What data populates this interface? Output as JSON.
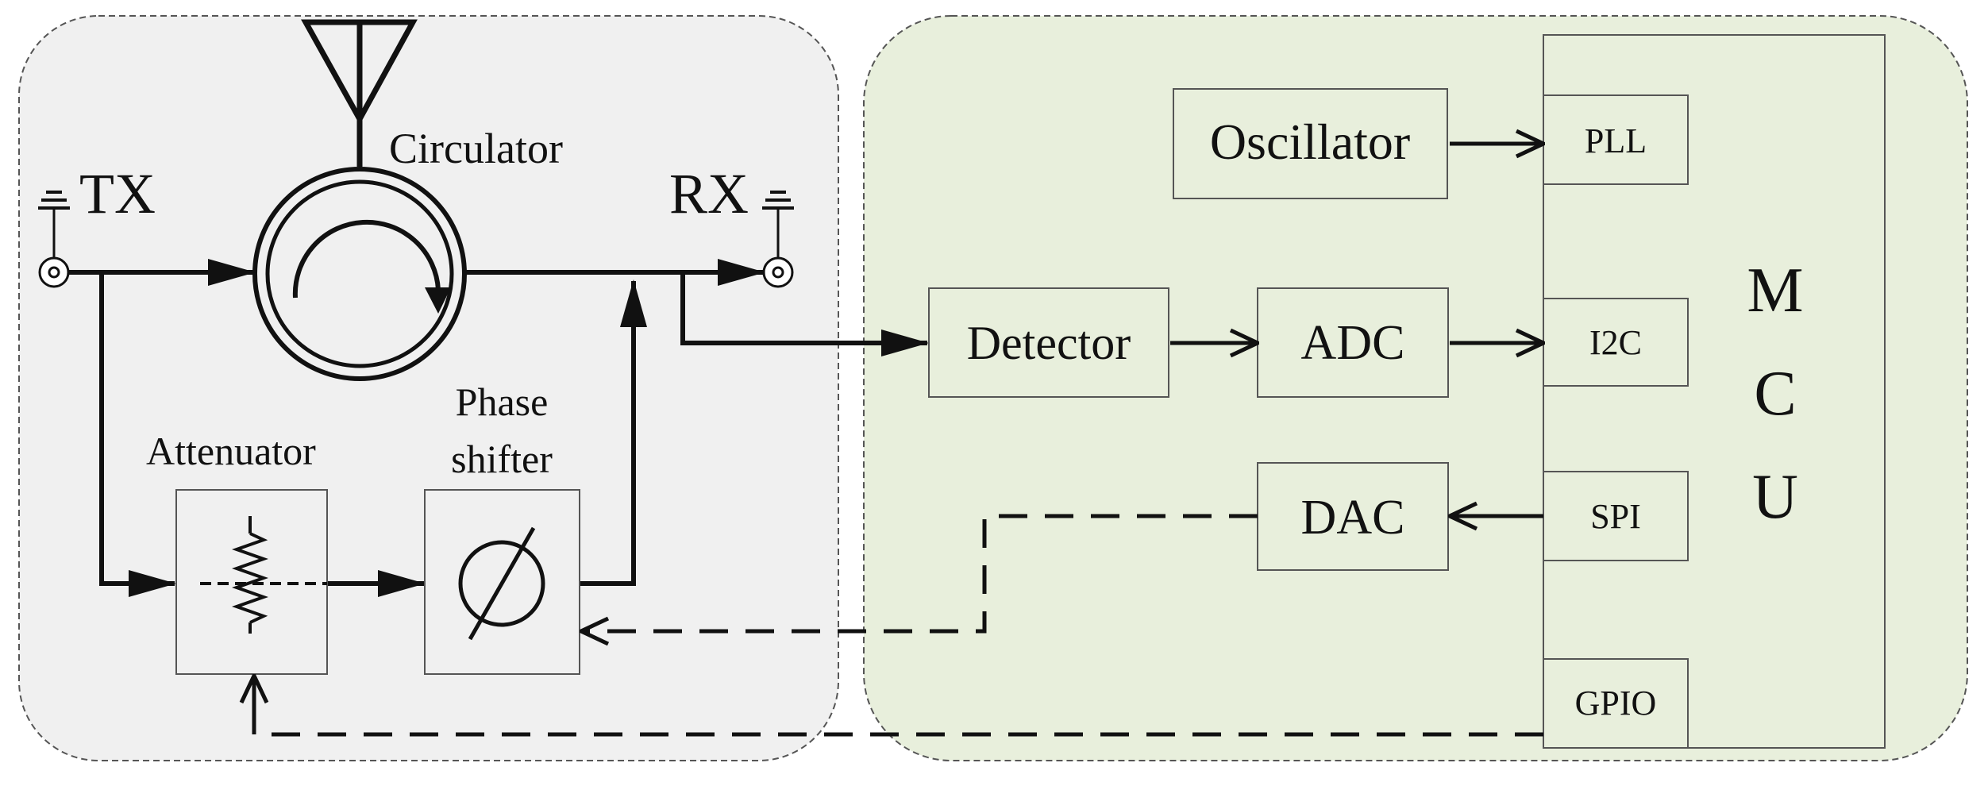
{
  "labels": {
    "tx": "TX",
    "rx": "RX",
    "circulator": "Circulator",
    "attenuator": "Attenuator",
    "phase_line1": "Phase",
    "phase_line2": "shifter"
  },
  "blocks": {
    "oscillator": "Oscillator",
    "detector": "Detector",
    "adc": "ADC",
    "dac": "DAC",
    "pll": "PLL",
    "i2c": "I2C",
    "spi": "SPI",
    "gpio": "GPIO"
  },
  "mcu": [
    "M",
    "C",
    "U"
  ],
  "colors": {
    "left_panel": "#f0f0f0",
    "right_panel": "#e8efdc",
    "stroke": "#111111"
  }
}
